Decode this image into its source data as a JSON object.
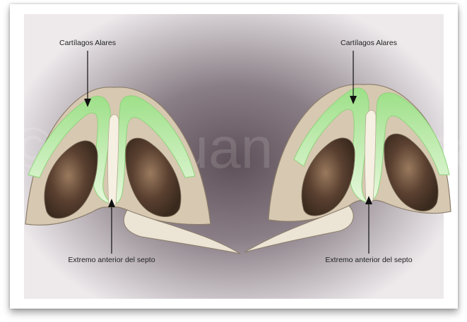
{
  "watermark": "© Dr Juan Monrea",
  "left": {
    "top_label": "Cartílagos Alares",
    "bottom_label": "Extremo anterior del septo"
  },
  "right": {
    "top_label": "Cartílagos Alares",
    "bottom_label": "Extremo anterior del septo"
  },
  "colors": {
    "skin": "#d4c7b0",
    "skin_outline": "#8b7d6a",
    "cartilage": "#c8f0b8",
    "cartilage_edge": "#8ed47a",
    "nostril": "#4a3628",
    "septum": "#f5efe2"
  }
}
